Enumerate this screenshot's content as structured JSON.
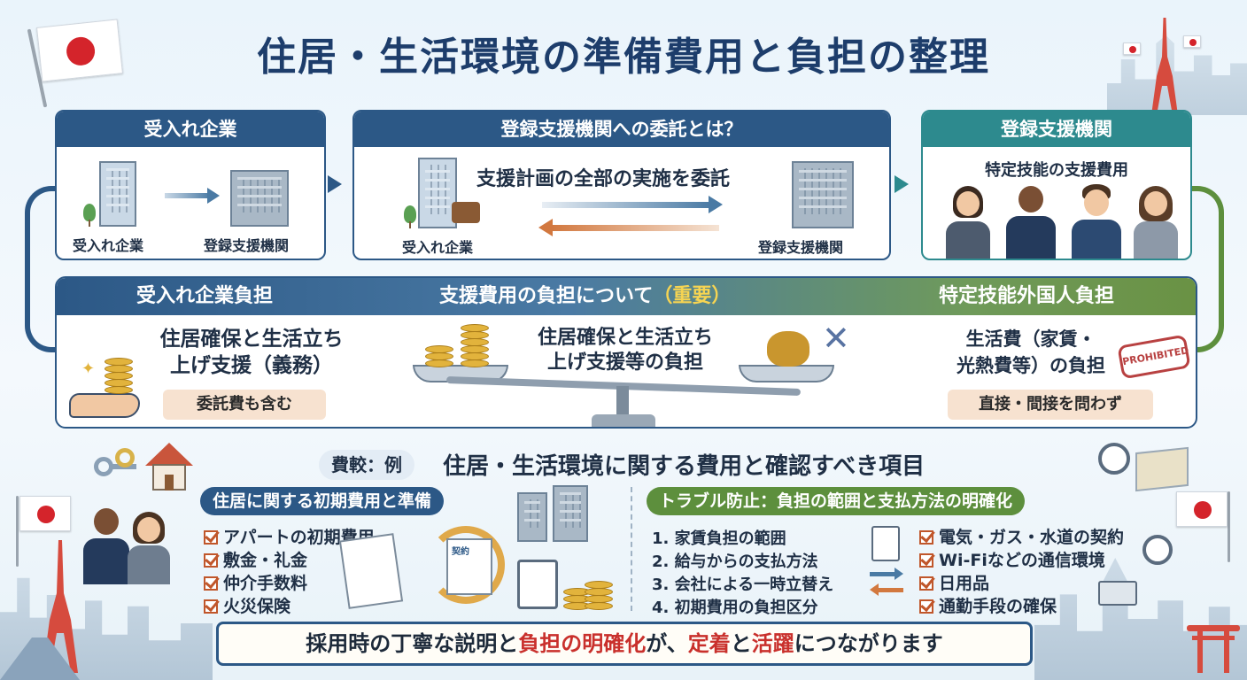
{
  "title": "住居・生活環境の準備費用と負担の整理",
  "colors": {
    "navy": "#2c5886",
    "teal": "#2d8a8e",
    "green": "#5d8f3d",
    "accent_red": "#c9302c",
    "gold": "#e2b33c"
  },
  "card_left": {
    "header": "受入れ企業",
    "from_label": "受入れ企業",
    "to_label": "登録支援機関"
  },
  "card_center": {
    "header": "登録支援機関への委託とは？",
    "headline": "支援計画の全部の実施を委託",
    "from_label": "受入れ企業",
    "to_label": "登録支援機関"
  },
  "card_right": {
    "header": "登録支援機関",
    "subtitle": "特定技能の支援費用"
  },
  "burden": {
    "left_header": "受入れ企業負担",
    "center_header": "支援費用の負担について",
    "center_header_emph": "（重要）",
    "right_header": "特定技能外国人負担",
    "left_text_1": "住居確保と生活立ち",
    "left_text_2": "上げ支援（義務）",
    "left_pill": "委託費も含む",
    "center_text_1": "住居確保と生活立ち",
    "center_text_2": "上げ支援等の負担",
    "right_text_1": "生活費（家賃・",
    "right_text_2": "光熱費等）の負担",
    "right_pill": "直接・間接を問わず",
    "stamp": "PROHIBITED"
  },
  "example": {
    "tag": "費較：例",
    "title": "住居・生活環境に関する費用と確認すべき項目"
  },
  "housing": {
    "header": "住居に関する初期費用と準備",
    "items": [
      "アパートの初期費用",
      "敷金・礼金",
      "仲介手数料",
      "火災保険"
    ],
    "doc_label": "契約"
  },
  "trouble": {
    "header": "トラブル防止：負担の範囲と支払方法の明確化",
    "numbered": [
      "1. 家賃負担の範囲",
      "2. 給与からの支払方法",
      "3. 会社による一時立替え",
      "4. 初期費用の負担区分"
    ],
    "checks": [
      "電気・ガス・水道の契約",
      "Wi-Fiなどの通信環境",
      "日用品",
      "通勤手段の確保"
    ]
  },
  "footer": {
    "part1": "採用時の丁寧な説明と",
    "part2": "負担の明確化",
    "part3": "が、",
    "part4": "定着",
    "part5": "と",
    "part6": "活躍",
    "part7": "につながります"
  }
}
